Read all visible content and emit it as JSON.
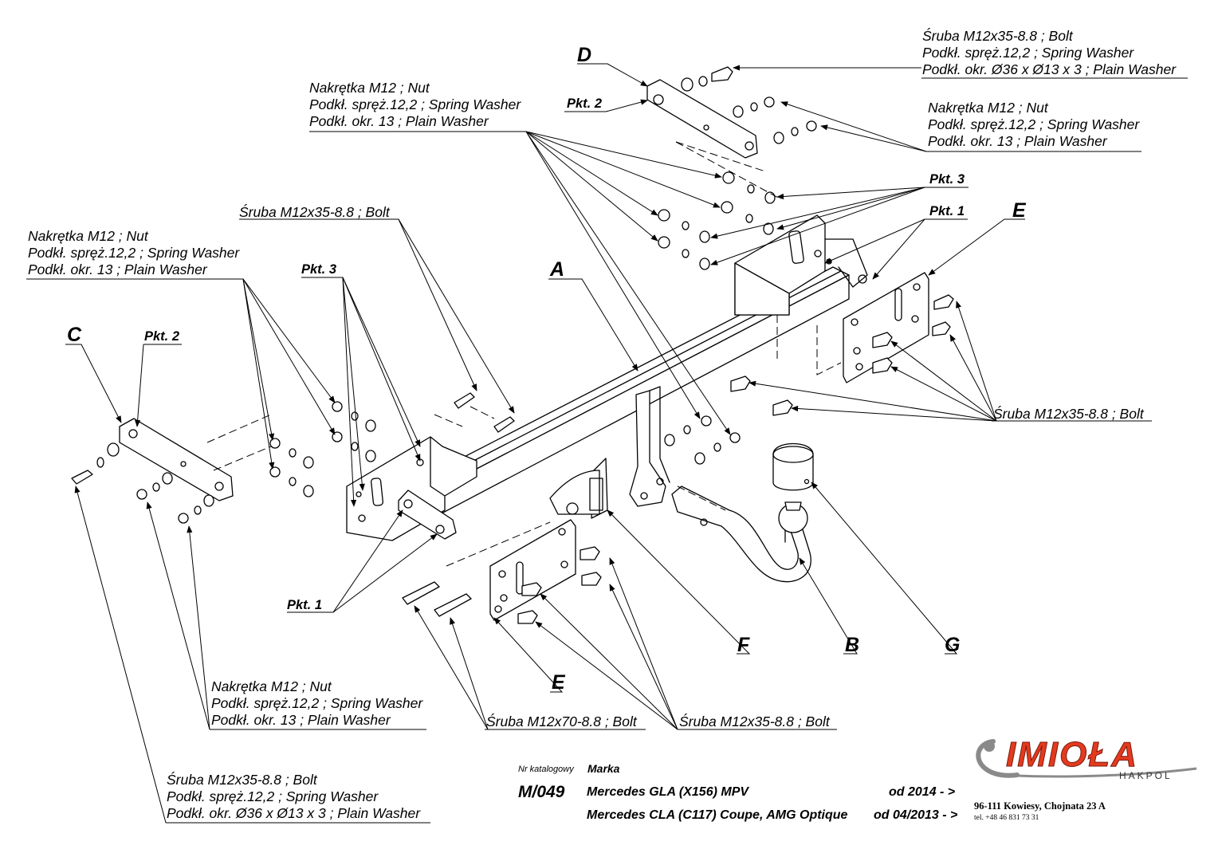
{
  "parts": {
    "A": "A",
    "B": "B",
    "C": "C",
    "D": "D",
    "E_top": "E",
    "E_bottom": "E",
    "F": "F",
    "G": "G"
  },
  "points": {
    "pkt2_d": "Pkt. 2",
    "pkt3_right": "Pkt. 3",
    "pkt1_right": "Pkt. 1",
    "pkt3_left": "Pkt. 3",
    "pkt2_c": "Pkt. 2",
    "pkt1_left": "Pkt. 1"
  },
  "labels": {
    "top_right_bolt": [
      "Śruba M12x35-8.8 ;  Bolt",
      "Podkł. spręż.12,2 ; Spring Washer",
      "Podkł. okr.  Ø36 x Ø13 x 3 ; Plain Washer"
    ],
    "top_right_nut": [
      "Nakrętka  M12 ; Nut",
      "Podkł. spręż.12,2 ; Spring Washer",
      "Podkł. okr. 13 ; Plain Washer"
    ],
    "top_mid_nut": [
      "Nakrętka  M12 ; Nut",
      "Podkł. spręż.12,2 ; Spring Washer",
      "Podkł. okr. 13 ; Plain Washer"
    ],
    "mid_bolt": [
      "Śruba M12x35-8.8 ;  Bolt"
    ],
    "left_nut": [
      "Nakrętka  M12 ; Nut",
      "Podkł. spręż.12,2 ; Spring Washer",
      "Podkł. okr. 13 ; Plain Washer"
    ],
    "right_bolt": [
      "Śruba M12x35-8.8 ;  Bolt"
    ],
    "bottom_nut": [
      "Nakrętka  M12 ; Nut",
      "Podkł. spręż.12,2 ; Spring Washer",
      "Podkł. okr. 13 ; Plain Washer"
    ],
    "bottom_bolt70": [
      "Śruba M12x70-8.8 ;  Bolt"
    ],
    "bottom_bolt35": [
      "Śruba M12x35-8.8 ;  Bolt"
    ],
    "bottom_left_bolt": [
      "Śruba M12x35-8.8 ;  Bolt",
      "Podkł. spręż.12,2 ; Spring Washer",
      "Podkł. okr.  Ø36 x Ø13 x 3 ; Plain Washer"
    ]
  },
  "catalog": {
    "nr_label": "Nr katalogowy",
    "marka_label": "Marka",
    "code": "M/049",
    "models": [
      {
        "name": "Mercedes GLA  (X156) MPV",
        "from": "od 2014  - >"
      },
      {
        "name": "Mercedes CLA  (C117) Coupe, AMG Optique",
        "from": "od 04/2013 - >"
      }
    ]
  },
  "company": {
    "logo": "IMIOŁA",
    "sub": "HAKPOL",
    "address": "96-111 Kowiesy, Chojnata 23 A",
    "phone": "tel. +48 46 831 73 31",
    "colors": {
      "logo_red": "#e43a1e",
      "logo_gray": "#8a8a8a"
    }
  }
}
